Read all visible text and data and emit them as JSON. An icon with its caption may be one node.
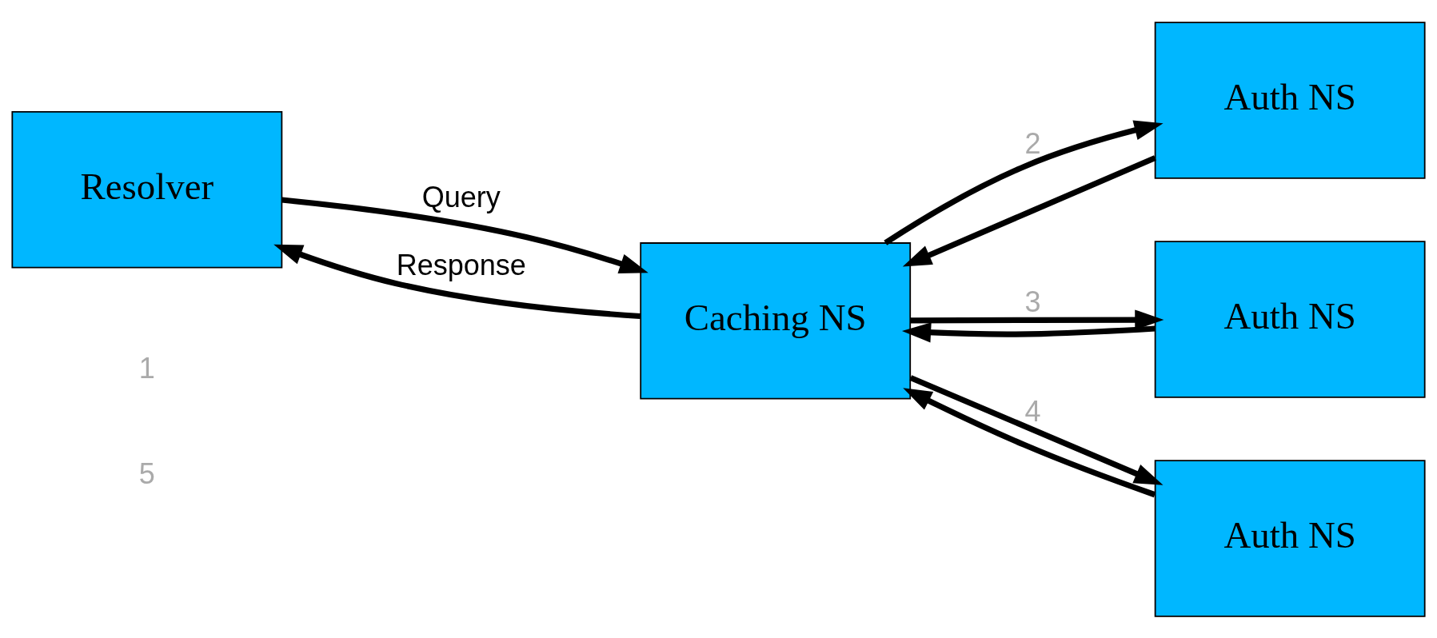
{
  "diagram": {
    "nodes": [
      {
        "text": [
          "Resolver"
        ]
      },
      {
        "text": [
          "Caching NS"
        ]
      },
      {
        "text": [
          "Auth NS"
        ]
      },
      {
        "text": [
          "Auth NS"
        ]
      },
      {
        "text": [
          "Auth NS"
        ]
      }
    ],
    "edges": [
      {
        "from": 0,
        "to": 1,
        "arrow": "to",
        "label": "Query"
      },
      {
        "from": 1,
        "to": 0,
        "arrow": "to",
        "label": "Response"
      },
      {
        "from": 1,
        "to": 2,
        "arrow": "to",
        "label": "2"
      },
      {
        "from": 2,
        "to": 1,
        "arrow": "to"
      },
      {
        "from": 1,
        "to": 3,
        "arrow": "to",
        "label": "3"
      },
      {
        "from": 3,
        "to": 1,
        "arrow": "to"
      },
      {
        "from": 1,
        "to": 4,
        "arrow": "to",
        "label": "4"
      },
      {
        "from": 4,
        "to": 1,
        "arrow": "to"
      }
    ],
    "labels": [
      "1",
      "5"
    ]
  }
}
